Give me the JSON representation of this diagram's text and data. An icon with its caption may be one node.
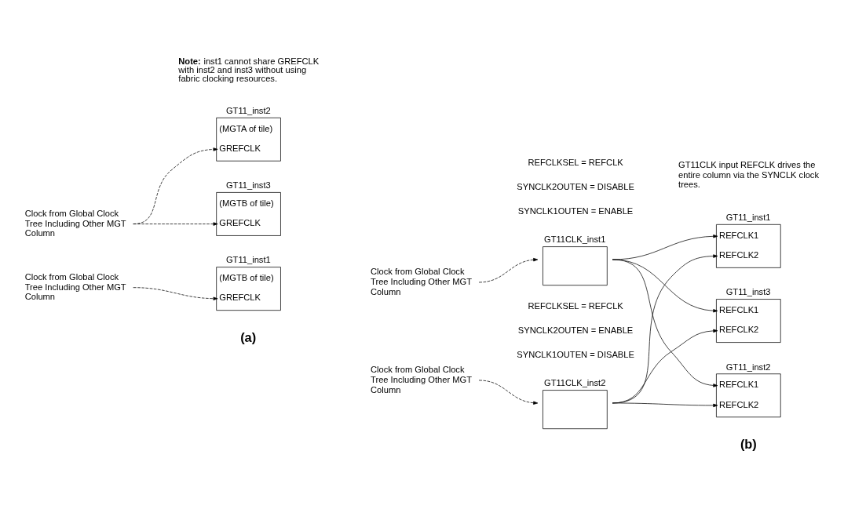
{
  "diagram": {
    "nodes": [
      {
        "text": [
          "Clock from Global Clock Tree Including Other MGT Column"
        ]
      },
      {
        "text": [
          "GT11_inst1",
          "(MGTB of tile)",
          "GREFCLK"
        ]
      },
      {
        "text": [
          "GT11_inst2",
          "(MGTA of tile)",
          "GREFCLK"
        ]
      },
      {
        "text": [
          "GT11_inst3",
          "(MGTB of tile)",
          "GREFCLK"
        ]
      },
      {
        "text": [
          "Clock from Global Clock Tree Including Other MGT Column"
        ]
      },
      {
        "text": [
          "Clock from Global Clock Tree Including Other MGT Column"
        ]
      },
      {
        "text": [
          "GT11CLK_inst1"
        ]
      },
      {
        "text": [
          "GT11_inst1",
          "REFCLK1",
          "REFCLK2"
        ]
      },
      {
        "text": [
          "GT11_inst2",
          "REFCLK1",
          "REFCLK2"
        ]
      },
      {
        "text": [
          "GT11_inst3",
          "REFCLK1",
          "REFCLK2"
        ]
      },
      {
        "text": [
          "Clock from Global Clock Tree Including Other MGT Column"
        ]
      },
      {
        "text": [
          "GT11CLK_inst2"
        ]
      }
    ],
    "edges": [
      {
        "from": 0,
        "to": 1,
        "arrow": "to",
        "style": "dashed"
      },
      {
        "from": 4,
        "to": 3,
        "arrow": "to",
        "style": "dashed"
      },
      {
        "from": 4,
        "to": 2,
        "arrow": "to",
        "style": "dashed"
      },
      {
        "from": 5,
        "to": 6,
        "arrow": "to",
        "style": "dashed"
      },
      {
        "from": 6,
        "to": 7,
        "arrow": "to"
      },
      {
        "from": 6,
        "to": 8,
        "arrow": "to"
      },
      {
        "from": 6,
        "to": 9,
        "arrow": "to"
      },
      {
        "from": 10,
        "to": 11,
        "arrow": "to",
        "style": "dashed"
      },
      {
        "from": 11,
        "to": 7,
        "arrow": "to"
      },
      {
        "from": 11,
        "to": 8,
        "arrow": "to"
      },
      {
        "from": 11,
        "to": 9,
        "arrow": "to"
      }
    ],
    "labels": [
      "(a)",
      "(b)",
      "**Note:** inst1 cannot share GREFCLK with inst2 and inst3 without using fabric clocking resources.",
      "SYNCLK1OUTEN = ENABLE",
      "SYNCLK2OUTEN = DISABLE",
      "REFCLKSEL = REFCLK",
      "SYNCLK1OUTEN = DISABLE",
      "SYNCLK2OUTEN = ENABLE",
      "REFCLKSEL = REFCLK",
      "GT11CLK input REFCLK drives the entire column via the SYNCLK clock trees."
    ]
  }
}
